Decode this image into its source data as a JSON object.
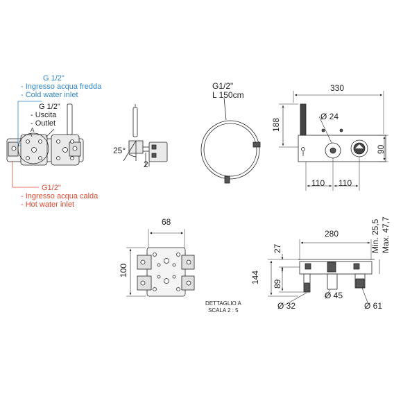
{
  "callouts": {
    "cold_thread": "G 1/2\"",
    "cold_it": "- Ingresso acqua fredda",
    "cold_en": "- Cold water inlet",
    "outlet_thread": "G 1/2\"",
    "outlet_it": "- Uscita",
    "outlet_en": "- Outlet",
    "detail_marker": "A",
    "hot_thread": "G1/2\"",
    "hot_it": "- Ingresso acqua calda",
    "hot_en": "- Hot water inlet",
    "hose_thread": "G1/2\"",
    "hose_length": "L 150cm"
  },
  "dimensions": {
    "angle": "25°",
    "depth_2": "2",
    "width_330": "330",
    "height_188": "188",
    "diameter_24": "Ø 24",
    "height_90": "90",
    "spacing_110a": "110",
    "spacing_110b": "110",
    "detail_68": "68",
    "detail_100": "100",
    "width_280": "280",
    "min_depth": "Min. 25,5",
    "max_depth": "Max. 47,7",
    "depth_27": "27",
    "depth_144": "144",
    "depth_89": "89",
    "diameter_45": "Ø 45",
    "diameter_32": "Ø 32",
    "diameter_61": "Ø 61"
  },
  "detail_caption": {
    "title": "DETTAGLIO A",
    "scale": "SCALA 2 : 5"
  },
  "colors": {
    "line": "#222222",
    "callout_blue": "#2f86c8",
    "callout_red": "#d9472f",
    "part_fill": "#e9e9e9",
    "dark_part": "#555555"
  }
}
